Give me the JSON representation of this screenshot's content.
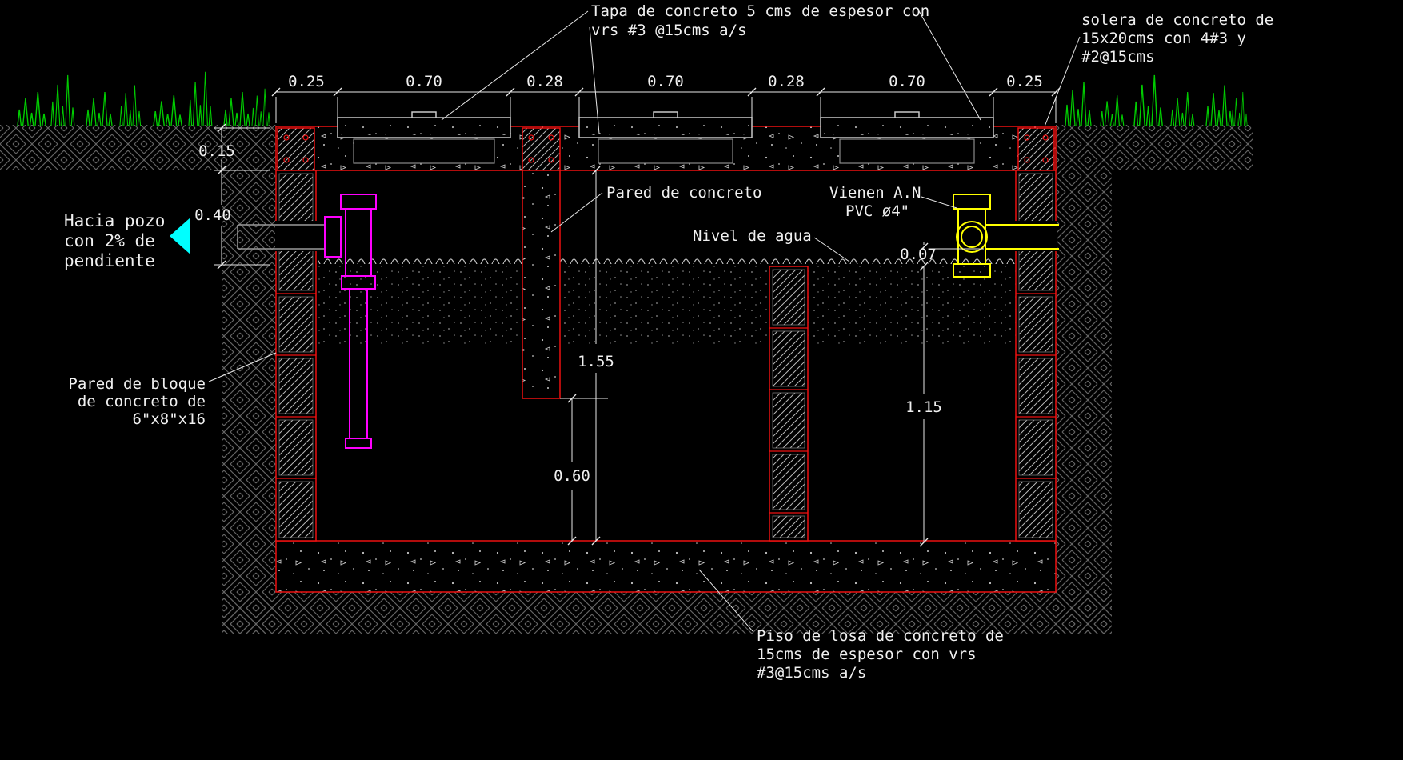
{
  "canvas": {
    "bg": "#000000"
  },
  "colors": {
    "structure_red": "#ee1111",
    "text": "#f0f0f0",
    "inlet_pipe_magenta": "#ff00ff",
    "outlet_pipe_yellow": "#ffff00",
    "flow_arrow_cyan": "#00ffff",
    "grass_green": "#00cc00",
    "earth_hatch_gray": "#646464"
  },
  "annotations": {
    "tapa": [
      "Tapa de concreto 5 cms de espesor con",
      "vrs #3 @15cms a/s"
    ],
    "solera": [
      "solera de concreto de",
      "15x20cms con 4#3 y",
      "#2@15cms"
    ],
    "hacia_pozo": [
      "Hacia pozo",
      "con 2% de",
      "pendiente"
    ],
    "pared_concreto": "Pared de concreto",
    "vienen": [
      "Vienen A.N",
      "PVC ø4\""
    ],
    "nivel_agua": "Nivel de agua",
    "pared_bloque": [
      "Pared de bloque",
      "de concreto de",
      "6\"x8\"x16"
    ],
    "piso": [
      "Piso de losa de concreto de",
      "15cms de espesor con vrs",
      "#3@15cms a/s"
    ]
  },
  "dimensions": {
    "top": [
      "0.25",
      "0.70",
      "0.28",
      "0.70",
      "0.28",
      "0.70",
      "0.25"
    ],
    "slab_thickness": "0.15",
    "inlet_depth": "0.40",
    "tank_depth": "1.55",
    "baffle_clearance": "0.60",
    "water_depth": "1.15",
    "freeboard": "0.07"
  }
}
